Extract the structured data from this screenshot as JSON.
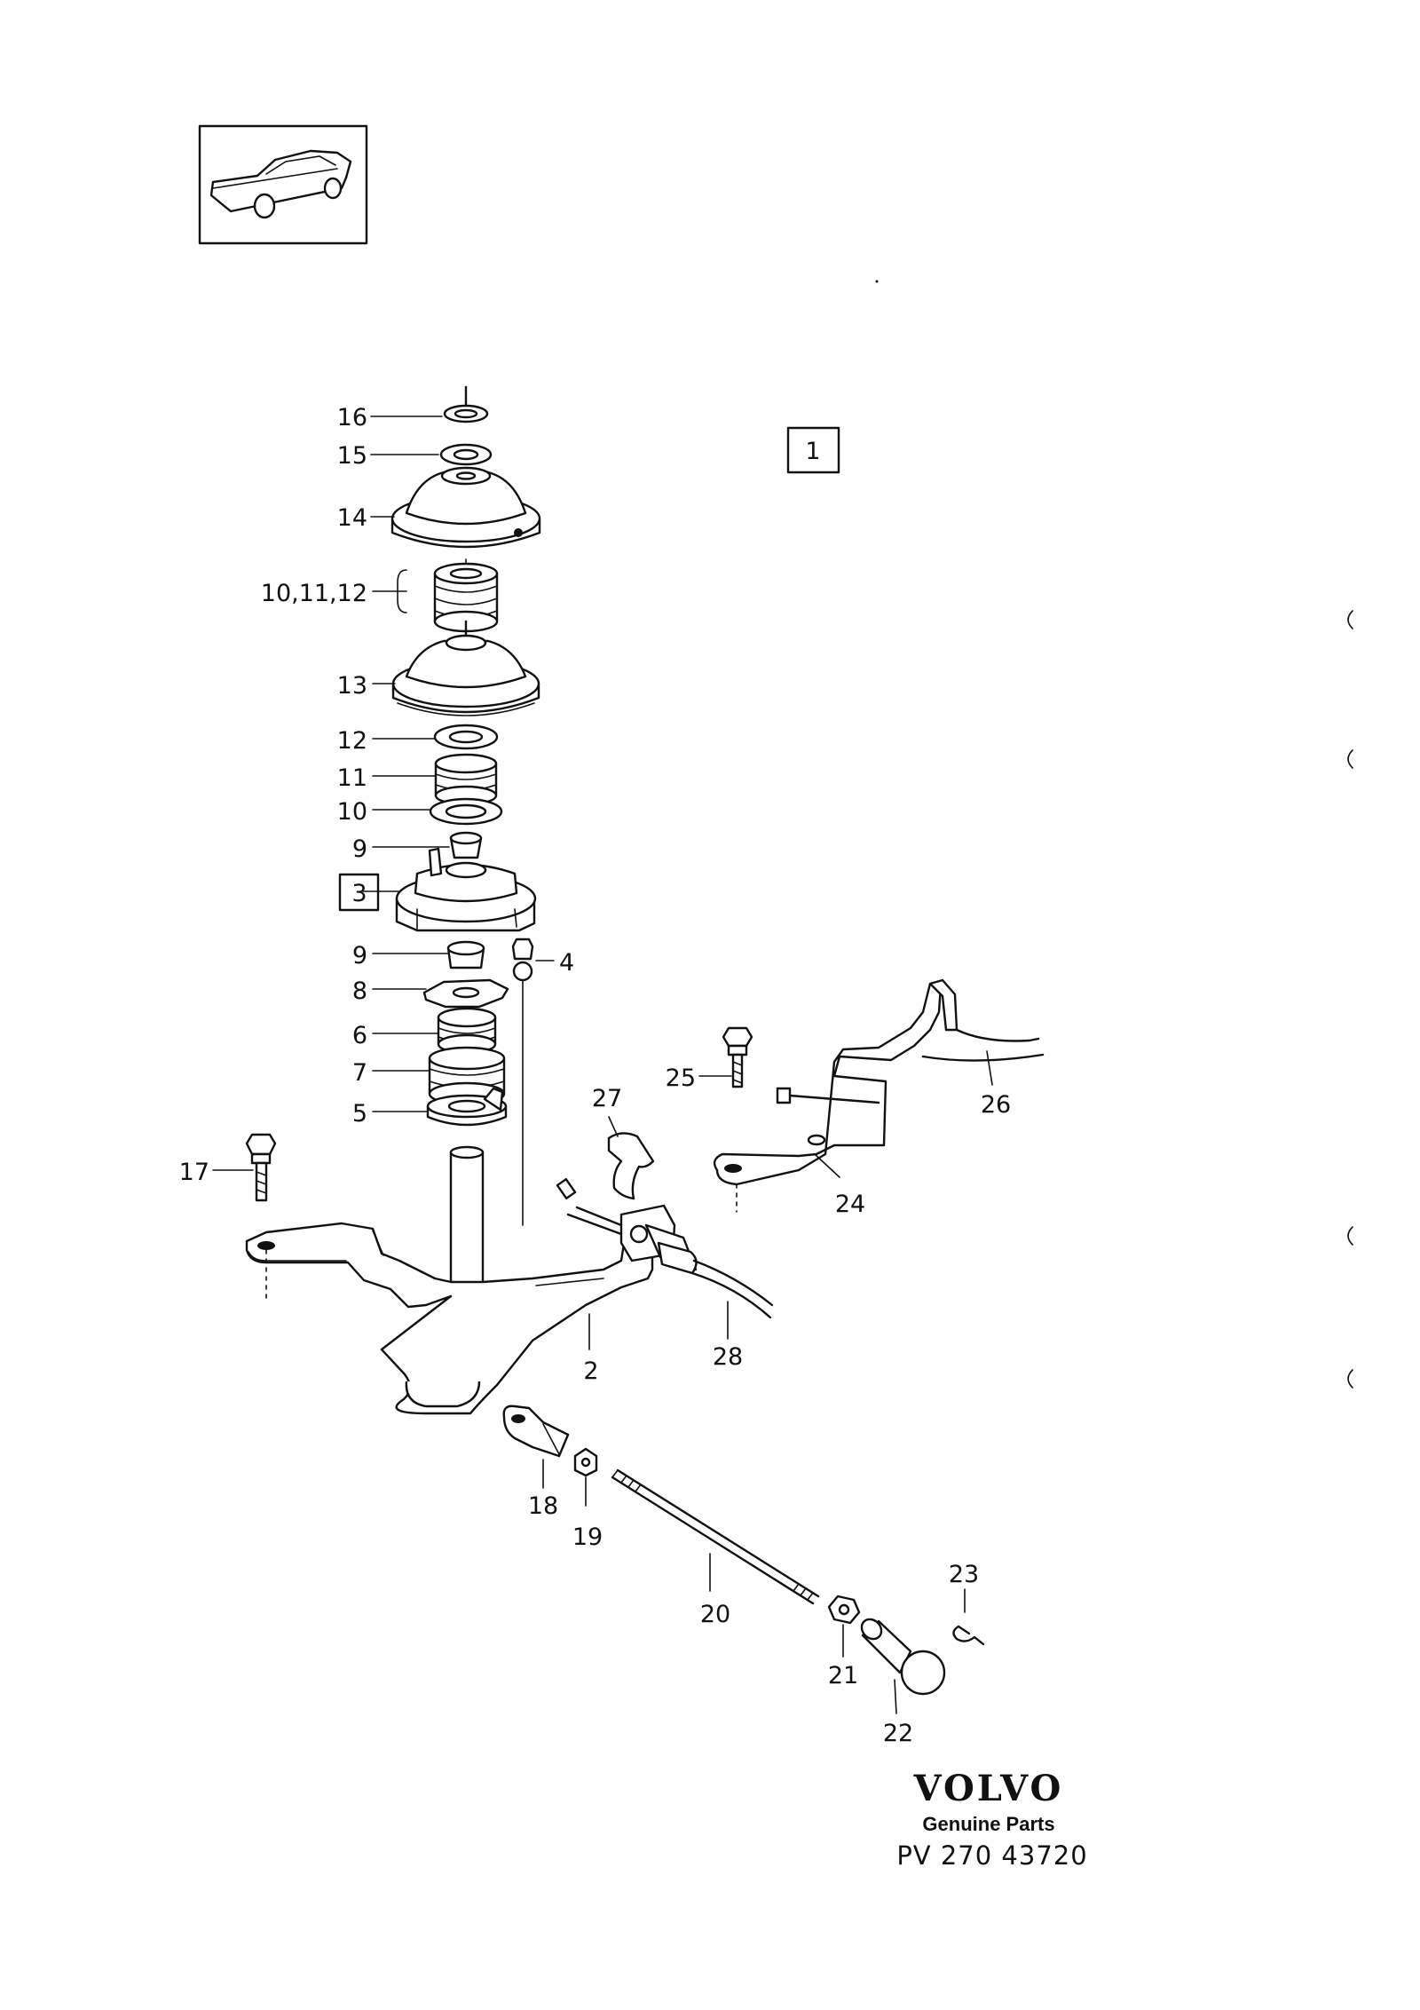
{
  "diagram": {
    "boxed_callouts": [
      "1",
      "3"
    ],
    "callouts": [
      "16",
      "15",
      "14",
      "10,11,12",
      "13",
      "12",
      "11",
      "10",
      "9",
      "9",
      "4",
      "8",
      "6",
      "7",
      "5",
      "17",
      "27",
      "25",
      "26",
      "24",
      "2",
      "28",
      "18",
      "19",
      "20",
      "23",
      "21",
      "22"
    ]
  },
  "footer": {
    "brand": "VOLVO",
    "tagline": "Genuine Parts",
    "code": "PV 270 43720"
  }
}
